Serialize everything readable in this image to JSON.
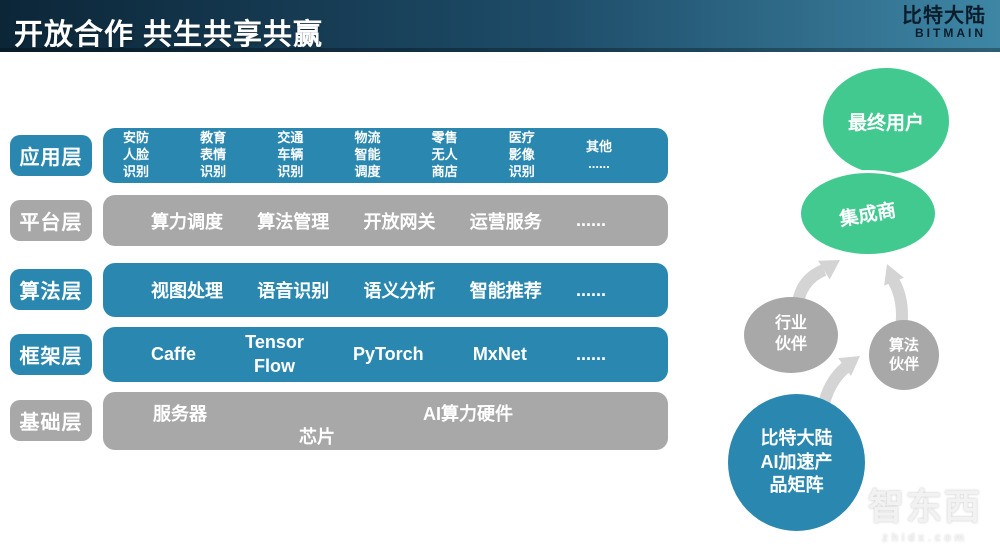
{
  "header": {
    "title": "开放合作 共生共享共赢",
    "logo": {
      "cn": "比特大陆",
      "en": "BITMAIN"
    }
  },
  "colors": {
    "layer_blue": "#2a88b0",
    "layer_gray": "#a8a8a8",
    "ecosystem_green": "#41c990",
    "arrow_gray": "#d4d4d4",
    "header_gradient_left": "#0c2638",
    "header_gradient_right": "#3e86a5"
  },
  "layers": [
    {
      "label": "应用层",
      "color": "blue",
      "items": [
        "安防\n人脸\n识别",
        "教育\n表情\n识别",
        "交通\n车辆\n识别",
        "物流\n智能\n调度",
        "零售\n无人\n商店",
        "医疗\n影像\n识别",
        "其他\n......"
      ]
    },
    {
      "label": "平台层",
      "color": "gray",
      "items": [
        "算力调度",
        "算法管理",
        "开放网关",
        "运营服务",
        "......"
      ]
    },
    {
      "label": "算法层",
      "color": "blue",
      "items": [
        "视图处理",
        "语音识别",
        "语义分析",
        "智能推荐",
        "......"
      ]
    },
    {
      "label": "框架层",
      "color": "blue",
      "items": [
        "Caffe",
        "Tensor\nFlow",
        "PyTorch",
        "MxNet",
        "......"
      ]
    },
    {
      "label": "基础层",
      "color": "gray",
      "items": [
        "服务器",
        "AI算力硬件",
        "芯片"
      ]
    }
  ],
  "ecosystem": {
    "end_user": "最终用户",
    "integrator": "集成商",
    "industry_partner": "行业\n伙伴",
    "algorithm_partner": "算法\n伙伴",
    "bitmain_matrix": "比特大陆\nAI加速产\n品矩阵"
  },
  "watermark": {
    "logo": "智东西",
    "url": "zhidx.com"
  }
}
